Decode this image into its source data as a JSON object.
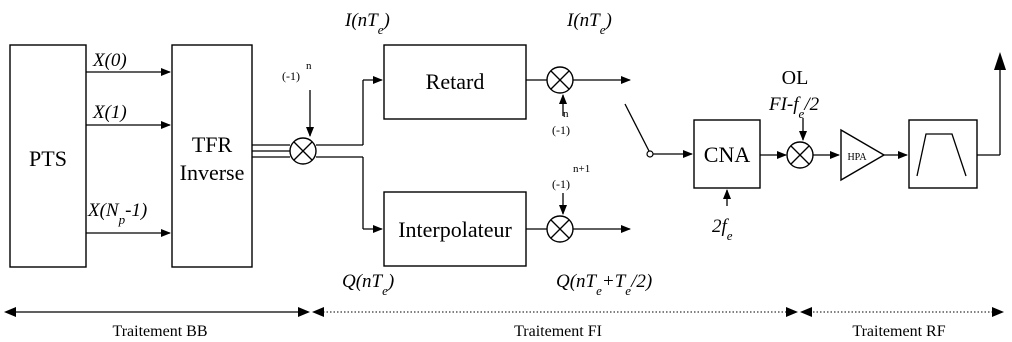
{
  "blocks": {
    "pts": "PTS",
    "tfr_line1": "TFR",
    "tfr_line2": "Inverse",
    "retard": "Retard",
    "interp": "Interpolateur",
    "cna": "CNA",
    "hpa": "HPA"
  },
  "inputs": {
    "x0": "X(0)",
    "x1": "X(1)",
    "xn_pre": "X(N",
    "xn_sub": "p",
    "xn_post": "-1)"
  },
  "signals": {
    "i_pre": "I(nT",
    "i_sub": "e",
    "i_post": ")",
    "q_pre": "Q(nT",
    "q_sub": "e",
    "q_post": ")",
    "q2_a": "Q(nT",
    "q2_sub1": "e",
    "q2_b": "+T",
    "q2_sub2": "e",
    "q2_c": "/2)"
  },
  "multipliers": {
    "m1_base": "(-1)",
    "m1_exp": "n",
    "m2_base": "(-1)",
    "m2_exp": "n",
    "m3_base": "(-1)",
    "m3_exp": "n+1"
  },
  "clock": {
    "pre": "2f",
    "sub": "e"
  },
  "oscillator": {
    "title": "OL",
    "pre": "FI-f",
    "sub": "e",
    "post": "/2"
  },
  "sections": {
    "bb": "Traitement BB",
    "fi": "Traitement FI",
    "rf": "Traitement RF"
  }
}
